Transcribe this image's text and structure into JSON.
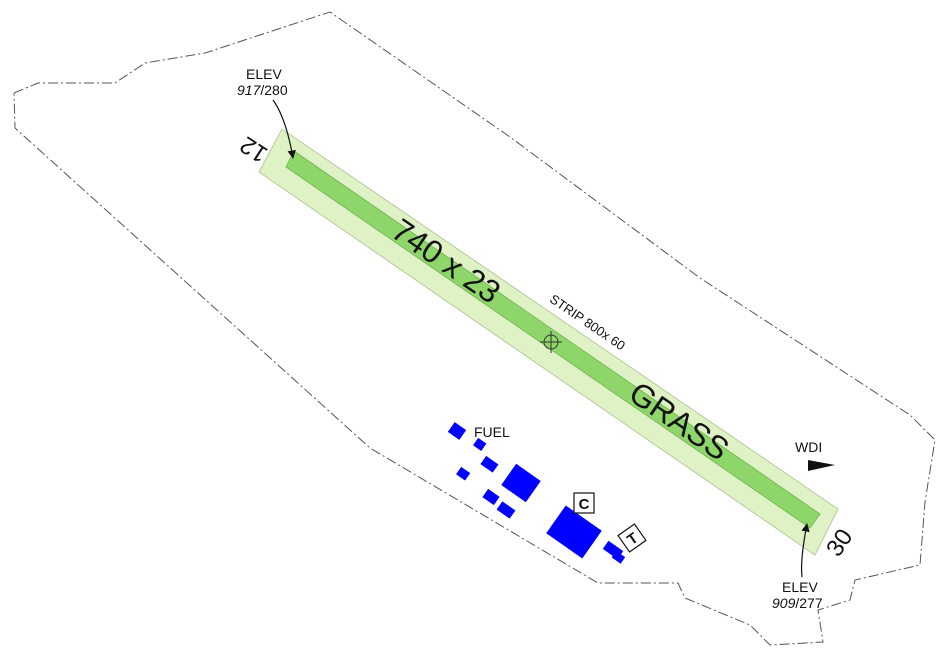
{
  "colors": {
    "strip": "#dff2c5",
    "runway": "#8fd66a",
    "buildings": "#0000ff",
    "boundary": "#555555"
  },
  "runway": {
    "dimensions": "740 x 23",
    "surface": "GRASS",
    "strip_label": "STRIP  800x 60",
    "end_12": {
      "designator": "12",
      "elev_label": "ELEV",
      "elev_ft": "917",
      "elev_m": "/280"
    },
    "end_30": {
      "designator": "30",
      "elev_label": "ELEV",
      "elev_ft": "909",
      "elev_m": "/277"
    }
  },
  "facilities": {
    "fuel_label": "FUEL",
    "wdi_label": "WDI",
    "c_box": "C",
    "t_box": "T"
  },
  "icons": [
    "wind-direction-indicator-icon",
    "aerodrome-reference-point-icon",
    "elevation-arrow-icon"
  ]
}
